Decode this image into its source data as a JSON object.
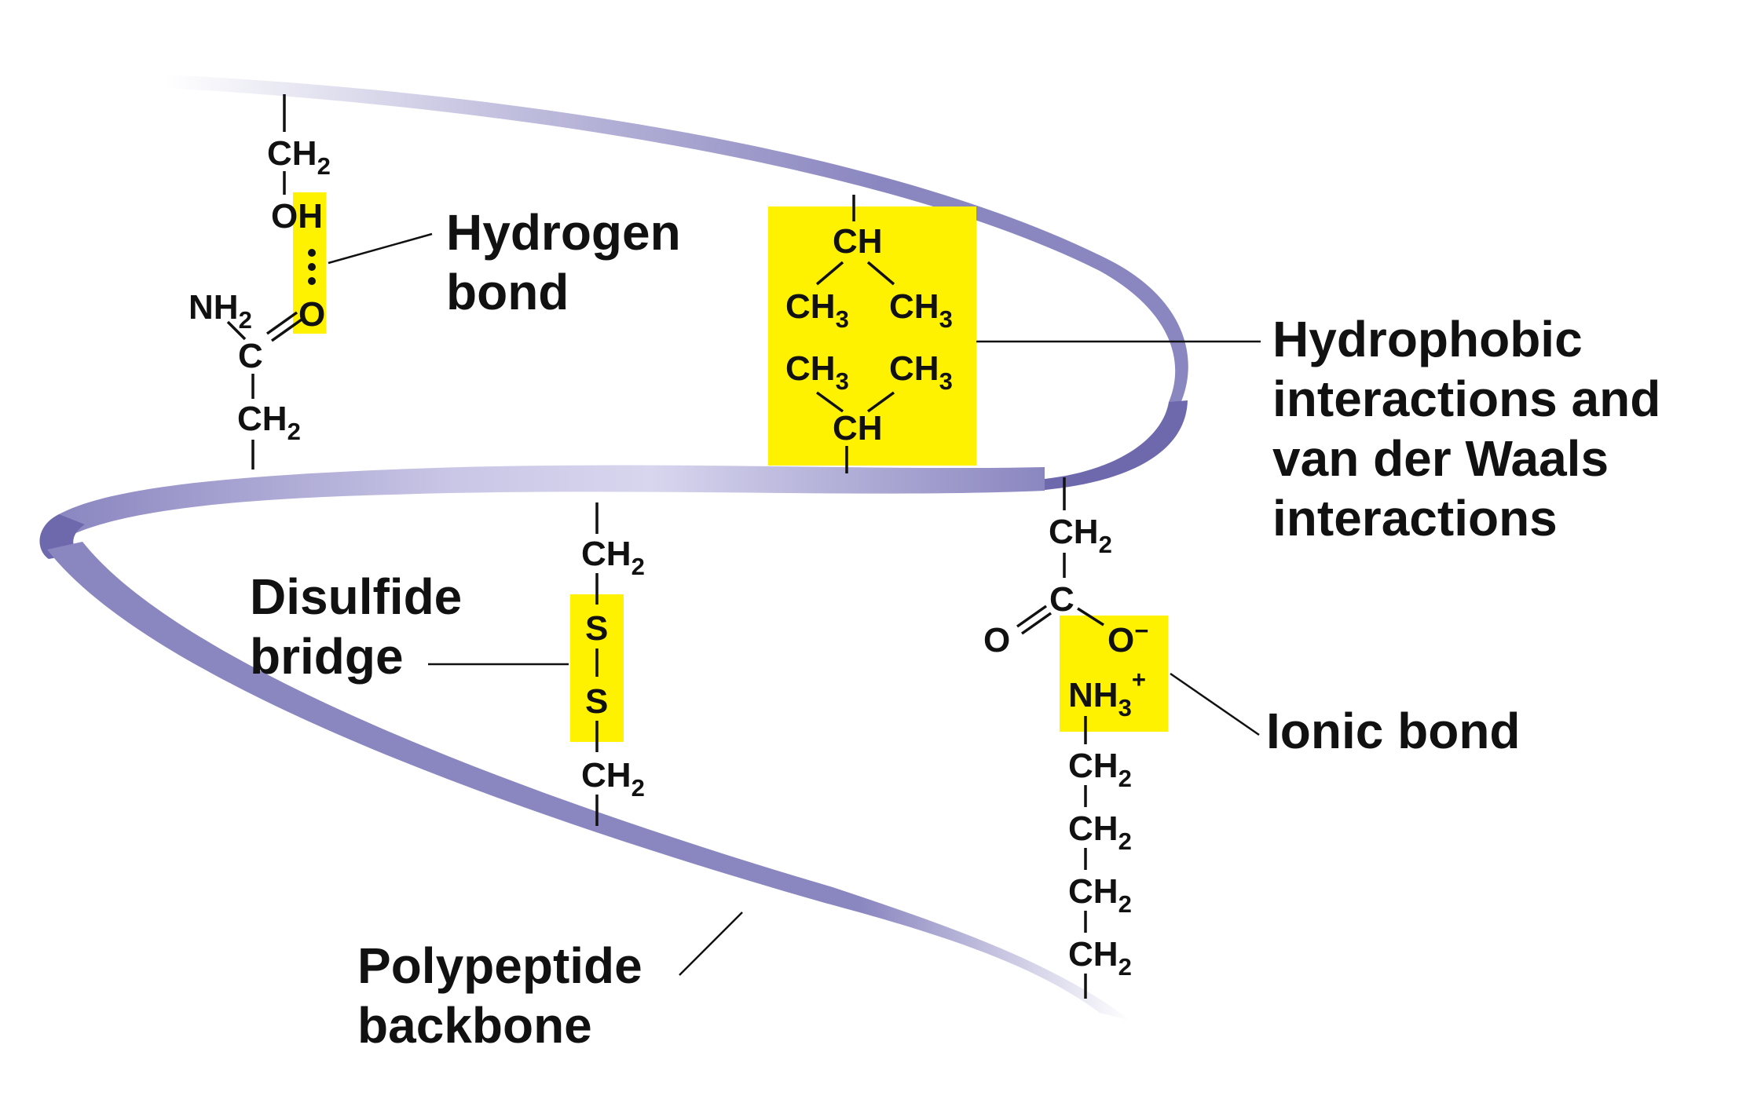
{
  "labels": {
    "hydrogen_bond": [
      "Hydrogen",
      "bond"
    ],
    "hydrophobic": [
      "Hydrophobic",
      "interactions and",
      "van der Waals",
      "interactions"
    ],
    "disulfide": [
      "Disulfide",
      "bridge"
    ],
    "ionic": [
      "Ionic bond"
    ],
    "backbone": [
      "Polypeptide",
      "backbone"
    ]
  },
  "chem": {
    "ch": "CH",
    "ch2": "CH",
    "ch3": "CH",
    "two": "2",
    "three": "3",
    "oh": "OH",
    "o": "O",
    "nh2": "NH",
    "c": "C",
    "s": "S",
    "o_minus": "O",
    "minus": "−",
    "nh3": "NH",
    "plus": "+"
  },
  "colors": {
    "highlight": "#fff200",
    "ribbon": "#8a86c0",
    "ribbon_dark": "#6e69ad",
    "text": "#111111"
  }
}
